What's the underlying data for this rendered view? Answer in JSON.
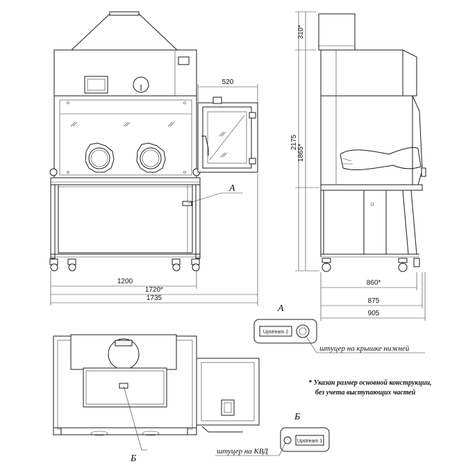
{
  "dimensions": {
    "front_width_inner": "1200",
    "front_width_main": "1720*",
    "front_width_total": "1735",
    "side_box_width": "520",
    "height_top": "310*",
    "height_total": "2175",
    "height_main": "1865*",
    "depth_main": "860*",
    "depth_mid": "875",
    "depth_total": "905"
  },
  "callouts": {
    "a_letter": "А",
    "b_letter": "Б",
    "a_detail_title": "А",
    "b_detail_title": "Б",
    "a_caption": "штуцер на крышке нижней",
    "b_caption": "штуцер на КВД",
    "a_button": "Upstream 2",
    "b_button": "Upstream 1"
  },
  "note": {
    "line1": "* Указан размер основной конструкции,",
    "line2": "без учета выступающих частей"
  }
}
